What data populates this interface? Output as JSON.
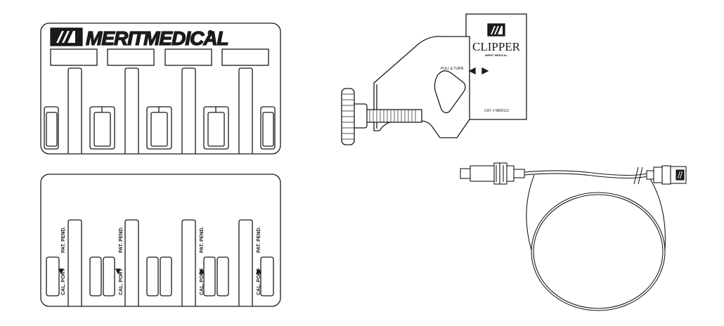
{
  "brand": {
    "logo_text": "MERITMEDICAL",
    "registered": "®"
  },
  "tray_bottom": {
    "label_pat_pend": "PAT. PEND.",
    "label_cal_port": "CAL. PORT"
  },
  "clamp": {
    "card_title": "CLIPPER",
    "card_brand": "MERIT MEDICAL",
    "pull_turn": "PULL & TURN",
    "catalog": "CAT. # MER112"
  },
  "colors": {
    "stroke": "#1a1a1a",
    "background": "#ffffff"
  }
}
